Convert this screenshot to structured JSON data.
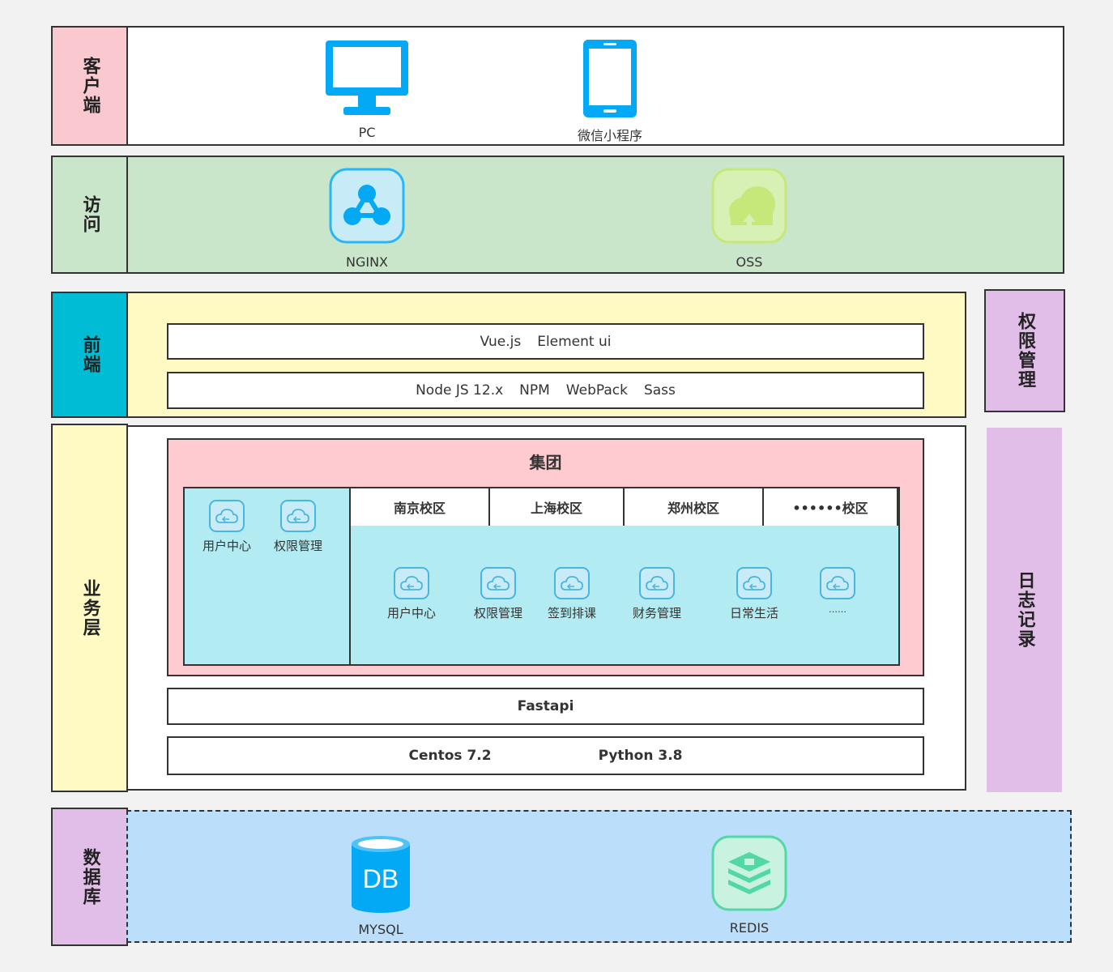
{
  "layers": {
    "client": {
      "label": "客户端",
      "items": [
        {
          "icon": "monitor-icon",
          "label": "PC"
        },
        {
          "icon": "phone-icon",
          "label": "微信小程序"
        }
      ]
    },
    "access": {
      "label": "访问",
      "items": [
        {
          "icon": "nginx-icon",
          "label": "NGINX"
        },
        {
          "icon": "oss-icon",
          "label": "OSS"
        }
      ]
    },
    "frontend": {
      "label": "前端",
      "row1": [
        "Vue.js",
        "Element ui"
      ],
      "row2": [
        "Node JS 12.x",
        "NPM",
        "WebPack",
        "Sass"
      ]
    },
    "business": {
      "label": "业务层",
      "group_title": "集团",
      "group_services": [
        "用户中心",
        "权限管理"
      ],
      "campuses": [
        "南京校区",
        "上海校区",
        "郑州校区",
        "••••••校区"
      ],
      "campus_services": [
        "用户中心",
        "权限管理",
        "签到排课",
        "财务管理",
        "日常生活",
        "……"
      ],
      "framework": "Fastapi",
      "env": [
        "Centos 7.2",
        "Python 3.8"
      ]
    },
    "database": {
      "label": "数据库",
      "items": [
        {
          "icon": "db-icon",
          "label": "MYSQL",
          "badge": "DB"
        },
        {
          "icon": "redis-icon",
          "label": "REDIS"
        }
      ]
    }
  },
  "right": {
    "auth": "权限管理",
    "log": "日志记录"
  },
  "colors": {
    "client": "#f9c9cf",
    "access": "#c9e6ca",
    "frontend_side": "#00bcd4",
    "frontend_band": "#fff9c4",
    "business_side": "#fff9c4",
    "group": "#fdcbd0",
    "campus": "#b2ebf2",
    "database_side": "#e1bee7",
    "database_band": "#bbdefb",
    "right": "#e1bee7"
  }
}
